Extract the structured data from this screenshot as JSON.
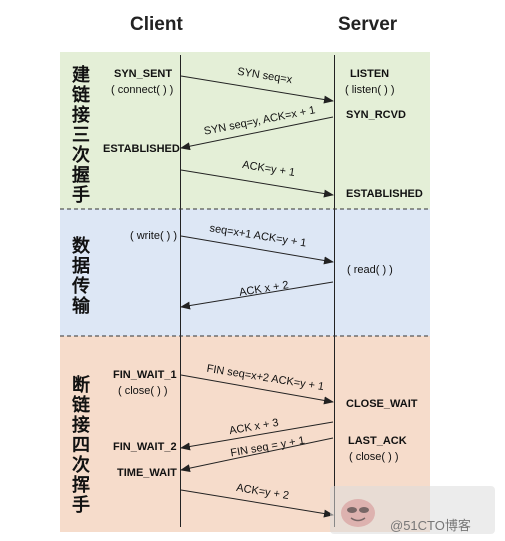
{
  "columns": {
    "client": "Client",
    "server": "Server"
  },
  "sections": [
    {
      "title": "建链接三次握手",
      "color": "#e2efd4"
    },
    {
      "title": "数据传输",
      "color": "#dbe6f5"
    },
    {
      "title": "断链接四次挥手",
      "color": "#f6dccb"
    }
  ],
  "client_labels": {
    "syn_sent": "SYN_SENT",
    "connect": "( connect( ) )",
    "established": "ESTABLISHED",
    "write": "( write( ) )",
    "fin_wait_1": "FIN_WAIT_1",
    "close": "( close( ) )",
    "fin_wait_2": "FIN_WAIT_2",
    "time_wait": "TIME_WAIT"
  },
  "server_labels": {
    "listen": "LISTEN",
    "listen_call": "( listen( ) )",
    "syn_rcvd": "SYN_RCVD",
    "established": "ESTABLISHED",
    "read": "( read( ) )",
    "close_wait": "CLOSE_WAIT",
    "last_ack": "LAST_ACK",
    "close": "( close( ) )"
  },
  "messages": {
    "m1": "SYN seq=x",
    "m2": "SYN seq=y, ACK=x + 1",
    "m3": "ACK=y + 1",
    "m4": "seq=x+1 ACK=y + 1",
    "m5": "ACK x + 2",
    "m6": "FIN seq=x+2 ACK=y + 1",
    "m7": "ACK x + 3",
    "m8": "FIN seq = y + 1",
    "m9": "ACK=y + 2"
  },
  "watermark": {
    "text": "@51CTO博客",
    "icon": "avatar-icon"
  }
}
